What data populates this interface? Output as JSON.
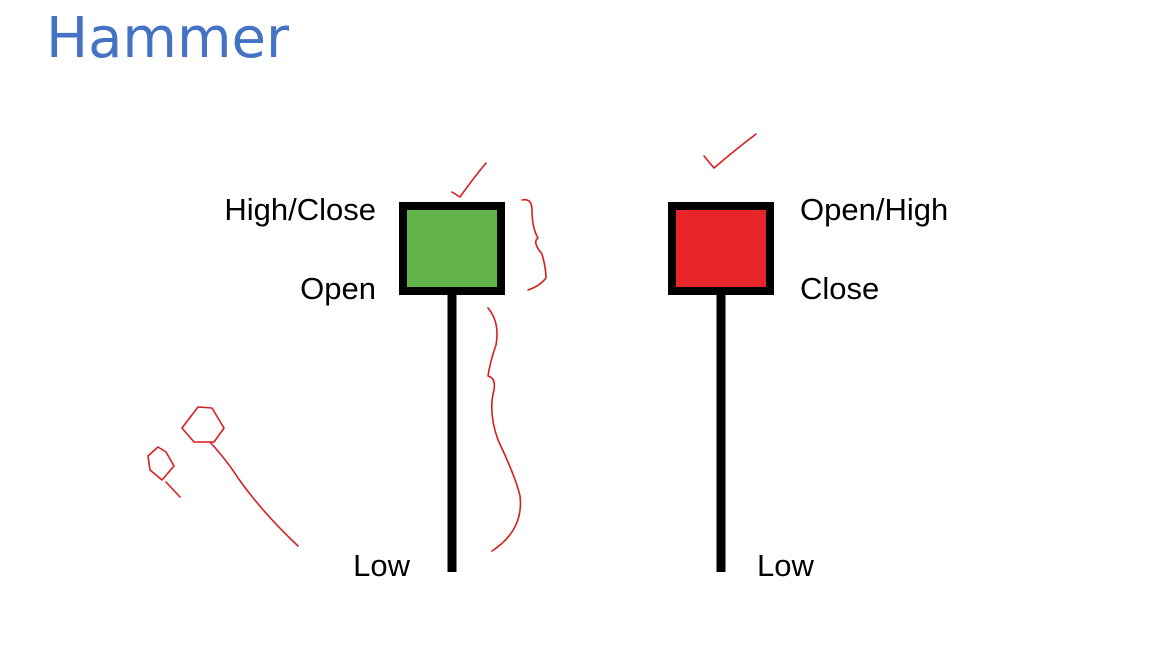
{
  "title": "Hammer",
  "colors": {
    "title": "#4472c4",
    "bullish_body": "#62b44b",
    "bearish_body": "#e8262a",
    "outline": "#000000",
    "annotation": "#d81e1e"
  },
  "bullish_candle": {
    "label_top": "High/Close",
    "label_mid": "Open",
    "label_bottom": "Low"
  },
  "bearish_candle": {
    "label_top": "Open/High",
    "label_mid": "Close",
    "label_bottom": "Low"
  }
}
